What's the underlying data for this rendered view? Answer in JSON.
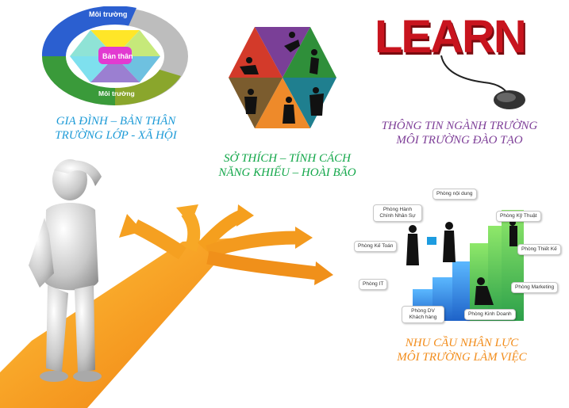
{
  "captions": {
    "family": {
      "line1": "GIA ĐÌNH – BẢN THÂN",
      "line2": "TRƯỜNG LỚP  - XÃ HỘI",
      "color": "#1e9bd7"
    },
    "hobby": {
      "line1": "SỞ THÍCH – TÍNH CÁCH",
      "line2": "NĂNG KHIẾU – HOÀI BÃO",
      "color": "#13a74a"
    },
    "info": {
      "line1": "THÔNG TIN  NGÀNH TRƯỜNG",
      "line2": "MÔI TRƯỜNG ĐÀO TẠO",
      "color": "#7e3f98"
    },
    "demand": {
      "line1": "NHU CẦU NHÂN LỰC",
      "line2": "MÔI TRƯỜNG LÀM VIỆC",
      "color": "#f28c1a"
    }
  },
  "ring_diagram": {
    "outer_label_top": "Môi trường",
    "outer_label_bottom": "Môi trường",
    "center_label": "Bản thân"
  },
  "learn_logo": {
    "word": "LEARN"
  },
  "departments": [
    "Phòng nội dung",
    "Phòng Hành Chính Nhân Sự",
    "Phòng Kỹ Thuật",
    "Phòng Kế Toán",
    "Phòng Thiết Kế",
    "Phòng IT",
    "Phòng Marketing",
    "Phòng DV Khách hàng",
    "Phòng Kinh Doanh"
  ],
  "colors": {
    "arrow_orange": "#f39a1e",
    "ring_blue": "#1f5ec9",
    "ring_green": "#3a9a3a",
    "learn_red": "#c8141e"
  }
}
